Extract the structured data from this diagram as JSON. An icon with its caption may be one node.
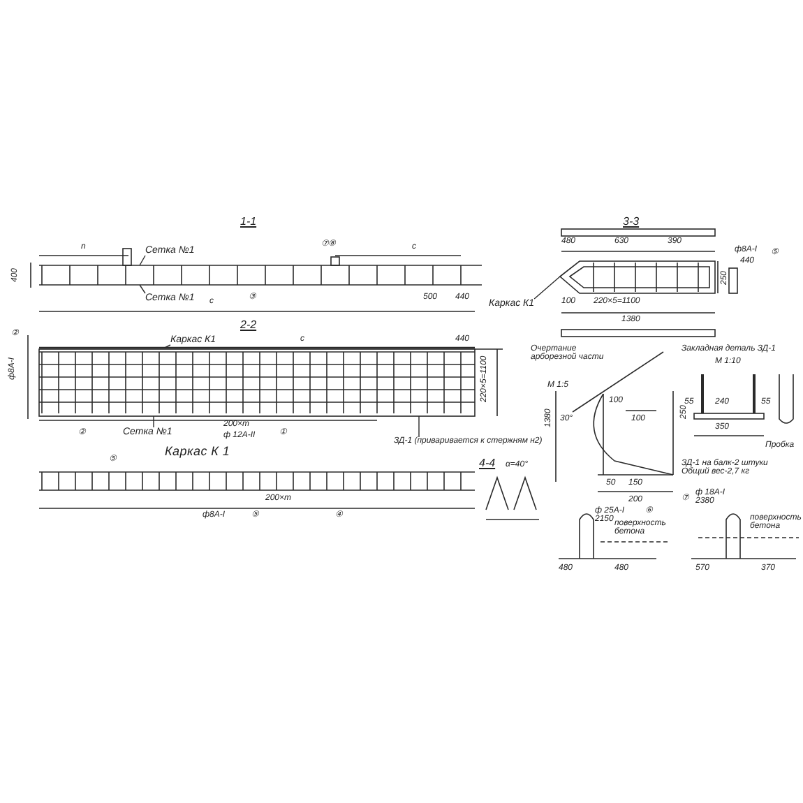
{
  "diagram": {
    "nodes": [
      {
        "text": [
          "Сетка №1"
        ]
      },
      {
        "text": [
          "Сетка №1"
        ]
      },
      {
        "text": [
          "Каркас К1"
        ]
      },
      {
        "text": [
          "Каркас К1"
        ]
      },
      {
        "text": [
          "Сетка №1"
        ]
      },
      {
        "text": [
          "ЗД-1 (приваривается к стержням н2)"
        ]
      },
      {
        "text": [],
        "shape": "picture"
      },
      {
        "text": [],
        "shape": "picture"
      },
      {
        "text": [],
        "shape": "picture"
      }
    ],
    "edges": [
      {
        "from": 0,
        "to": 6,
        "arrow": "none"
      },
      {
        "from": 1,
        "to": 6,
        "arrow": "none"
      },
      {
        "from": 2,
        "to": 8,
        "arrow": "none"
      },
      {
        "from": 3,
        "to": 7,
        "arrow": "none"
      },
      {
        "from": 4,
        "to": 7,
        "arrow": "none"
      },
      {
        "from": 5,
        "to": 7,
        "arrow": "none"
      }
    ],
    "labels": [
      "1-1",
      "2-2",
      "3-3",
      "4-4",
      "Каркас К 1",
      "n",
      "с",
      "с",
      "③",
      "⑦⑧",
      "400",
      "500",
      "440",
      "с",
      "440",
      "②",
      "200×m",
      "ф 12А-II",
      "①",
      "ф8А-I",
      "②",
      "220×5=1100",
      "⑤",
      "200×m",
      "ф8А-I",
      "⑤",
      "④",
      "480",
      "630",
      "390",
      "100",
      "220×5=1100",
      "1380",
      "250",
      "ф8А-I",
      "440",
      "⑤",
      "Очертание арборезной части",
      "М 1:5",
      "30°",
      "1380",
      "100",
      "100",
      "250",
      "50",
      "150",
      "200",
      "Закладная деталь ЗД-1",
      "М 1:10",
      "55",
      "240",
      "55",
      "350",
      "Пробка",
      "ЗД-1 на балк-2 штуки Общий вес-2,7 кг",
      "α=40°",
      "ф 25А-I 2150",
      "⑥",
      "поверхность бетона",
      "480",
      "480",
      "ф 18А-I 2380",
      "⑦",
      "поверхность бетона",
      "570",
      "370"
    ]
  }
}
